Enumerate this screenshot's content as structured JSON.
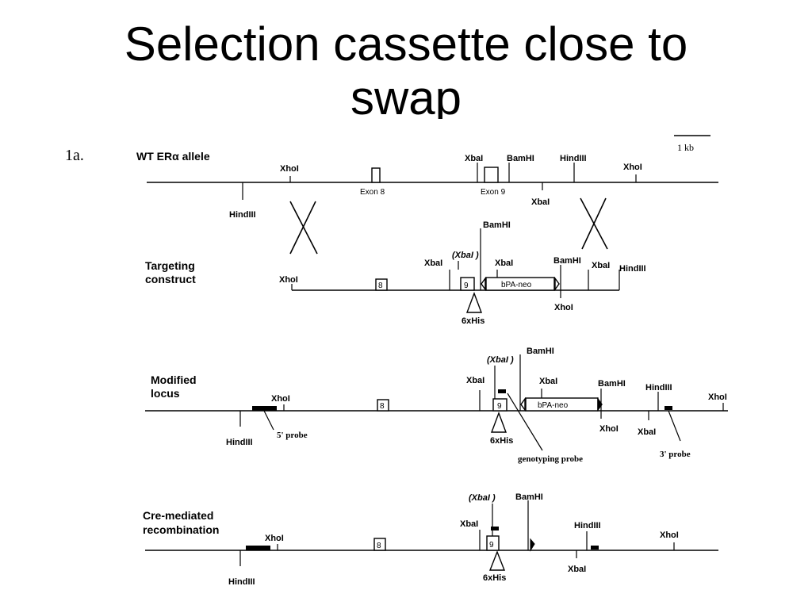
{
  "slide": {
    "title_line1": "Selection cassette close to",
    "title_line2": "swap"
  },
  "figure": {
    "panel_label": "1a.",
    "scale_bar_label": "1 kb",
    "wt": {
      "label_prefix": "WT ER",
      "label_alpha": "α",
      "label_suffix": " allele",
      "xhoi_left": "XhoI",
      "hindiii_left": "HindIII",
      "exon8": "Exon 8",
      "exon9": "Exon 9",
      "xbai_top": "XbaI",
      "bamhi": "BamHI",
      "hindiii_top": "HindIII",
      "xhoi_right": "XhoI",
      "xbai_bottom": "XbaI"
    },
    "targeting": {
      "label_line1": "Targeting",
      "label_line2": "construct",
      "xhoi_left": "XhoI",
      "exon8": "8",
      "exon9": "9",
      "xbai_left": "XbaI",
      "xbai_paren": "(XbaI )",
      "xbai_mid": "XbaI",
      "bamhi_top": "BamHI",
      "bamhi_right": "BamHI",
      "xbai_right": "XbaI",
      "hindiii": "HindIII",
      "neo": "bPA-neo",
      "xhoi_bottom": "XhoI",
      "his": "6xHis"
    },
    "modified": {
      "label_line1": "Modified",
      "label_line2": "locus",
      "hindiii_left": "HindIII",
      "probe5": "5' probe",
      "xhoi_left": "XhoI",
      "exon8": "8",
      "exon9": "9",
      "xbai_left": "XbaI",
      "xbai_paren": "(XbaI )",
      "bamhi_top": "BamHI",
      "xbai_mid": "XbaI",
      "neo": "bPA-neo",
      "bamhi_right": "BamHI",
      "xhoi_bottom": "XhoI",
      "xbai_bottom": "XbaI",
      "hindiii_right": "HindIII",
      "xhoi_right": "XhoI",
      "probe3": "3' probe",
      "his": "6xHis",
      "genotyping": "genotyping probe"
    },
    "cre": {
      "label_line1": "Cre-mediated",
      "label_line2": "recombination",
      "hindiii_left": "HindIII",
      "xhoi_left": "XhoI",
      "exon8": "8",
      "exon9": "9",
      "xbai_left": "XbaI",
      "xbai_paren": "(XbaI )",
      "bamhi": "BamHI",
      "hindiii_right": "HindIII",
      "xbai_bottom": "XbaI",
      "xhoi_right": "XhoI",
      "his": "6xHis"
    }
  }
}
